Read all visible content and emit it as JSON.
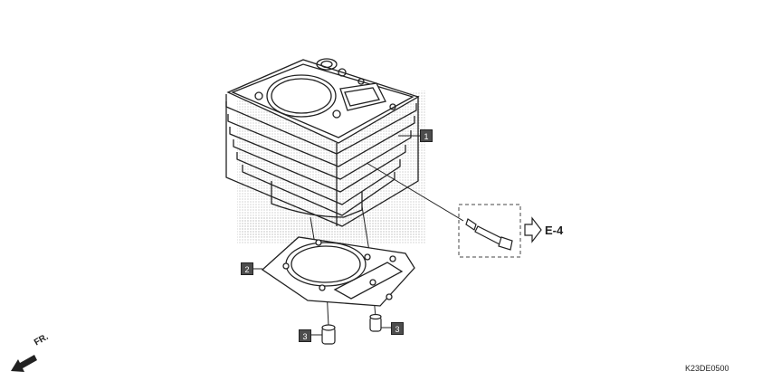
{
  "callouts": {
    "part1": "1",
    "part2": "2",
    "part3a": "3",
    "part3b": "3"
  },
  "reference": {
    "label": "E-4"
  },
  "front_indicator": {
    "label": "FR."
  },
  "diagram_code": "K23DE0500",
  "colors": {
    "line": "#222222",
    "shade": "#bdbdbd",
    "callout_bg": "#4d4d4d",
    "callout_text": "#ffffff"
  }
}
